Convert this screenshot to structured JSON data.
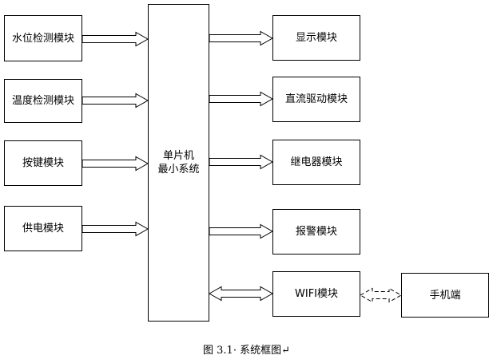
{
  "inputs": [
    "水位检测模块",
    "温度检测模块",
    "按键模块",
    "供电模块"
  ],
  "mcu": {
    "line1": "单片机",
    "line2": "最小系统"
  },
  "outputs": [
    "显示模块",
    "直流驱动模块",
    "继电器模块",
    "报警模块",
    "WIFI模块"
  ],
  "phone": "手机端",
  "caption": "图 3.1· 系统框图↵"
}
